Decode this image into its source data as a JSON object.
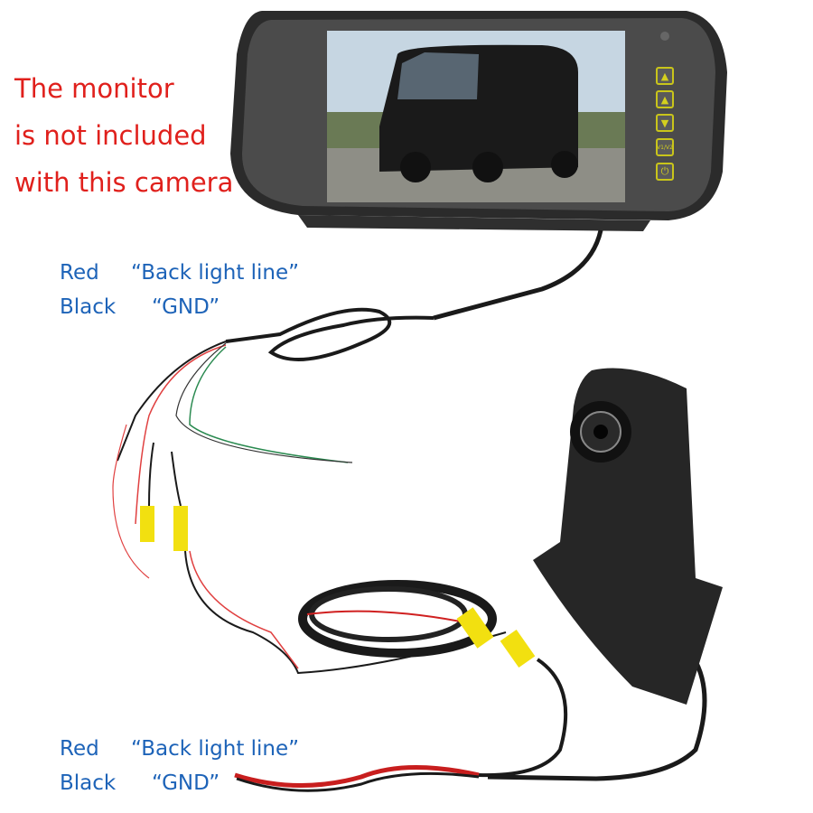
{
  "notice": {
    "lines": [
      "The monitor",
      "is not included",
      "with this camera"
    ],
    "color": "#e0201c"
  },
  "top_wiring": {
    "red_label": "Red",
    "red_desc": "“Back light line”",
    "black_label": "Black",
    "black_desc": "“GND”"
  },
  "bottom_wiring": {
    "red_label": "Red",
    "red_desc": "“Back light line”",
    "black_label": "Black",
    "black_desc": "“GND”"
  },
  "monitor": {
    "buttons": [
      {
        "icon": "up-triangle-icon",
        "glyph": "▲"
      },
      {
        "icon": "up-triangle-icon",
        "glyph": "▲"
      },
      {
        "icon": "down-triangle-icon",
        "glyph": "▼"
      },
      {
        "icon": "source-icon",
        "glyph": "V1/V2"
      },
      {
        "icon": "power-icon",
        "glyph": "⏻"
      }
    ]
  },
  "colors": {
    "label_blue": "#1d63b8",
    "button_yellow": "#c9c51a"
  }
}
